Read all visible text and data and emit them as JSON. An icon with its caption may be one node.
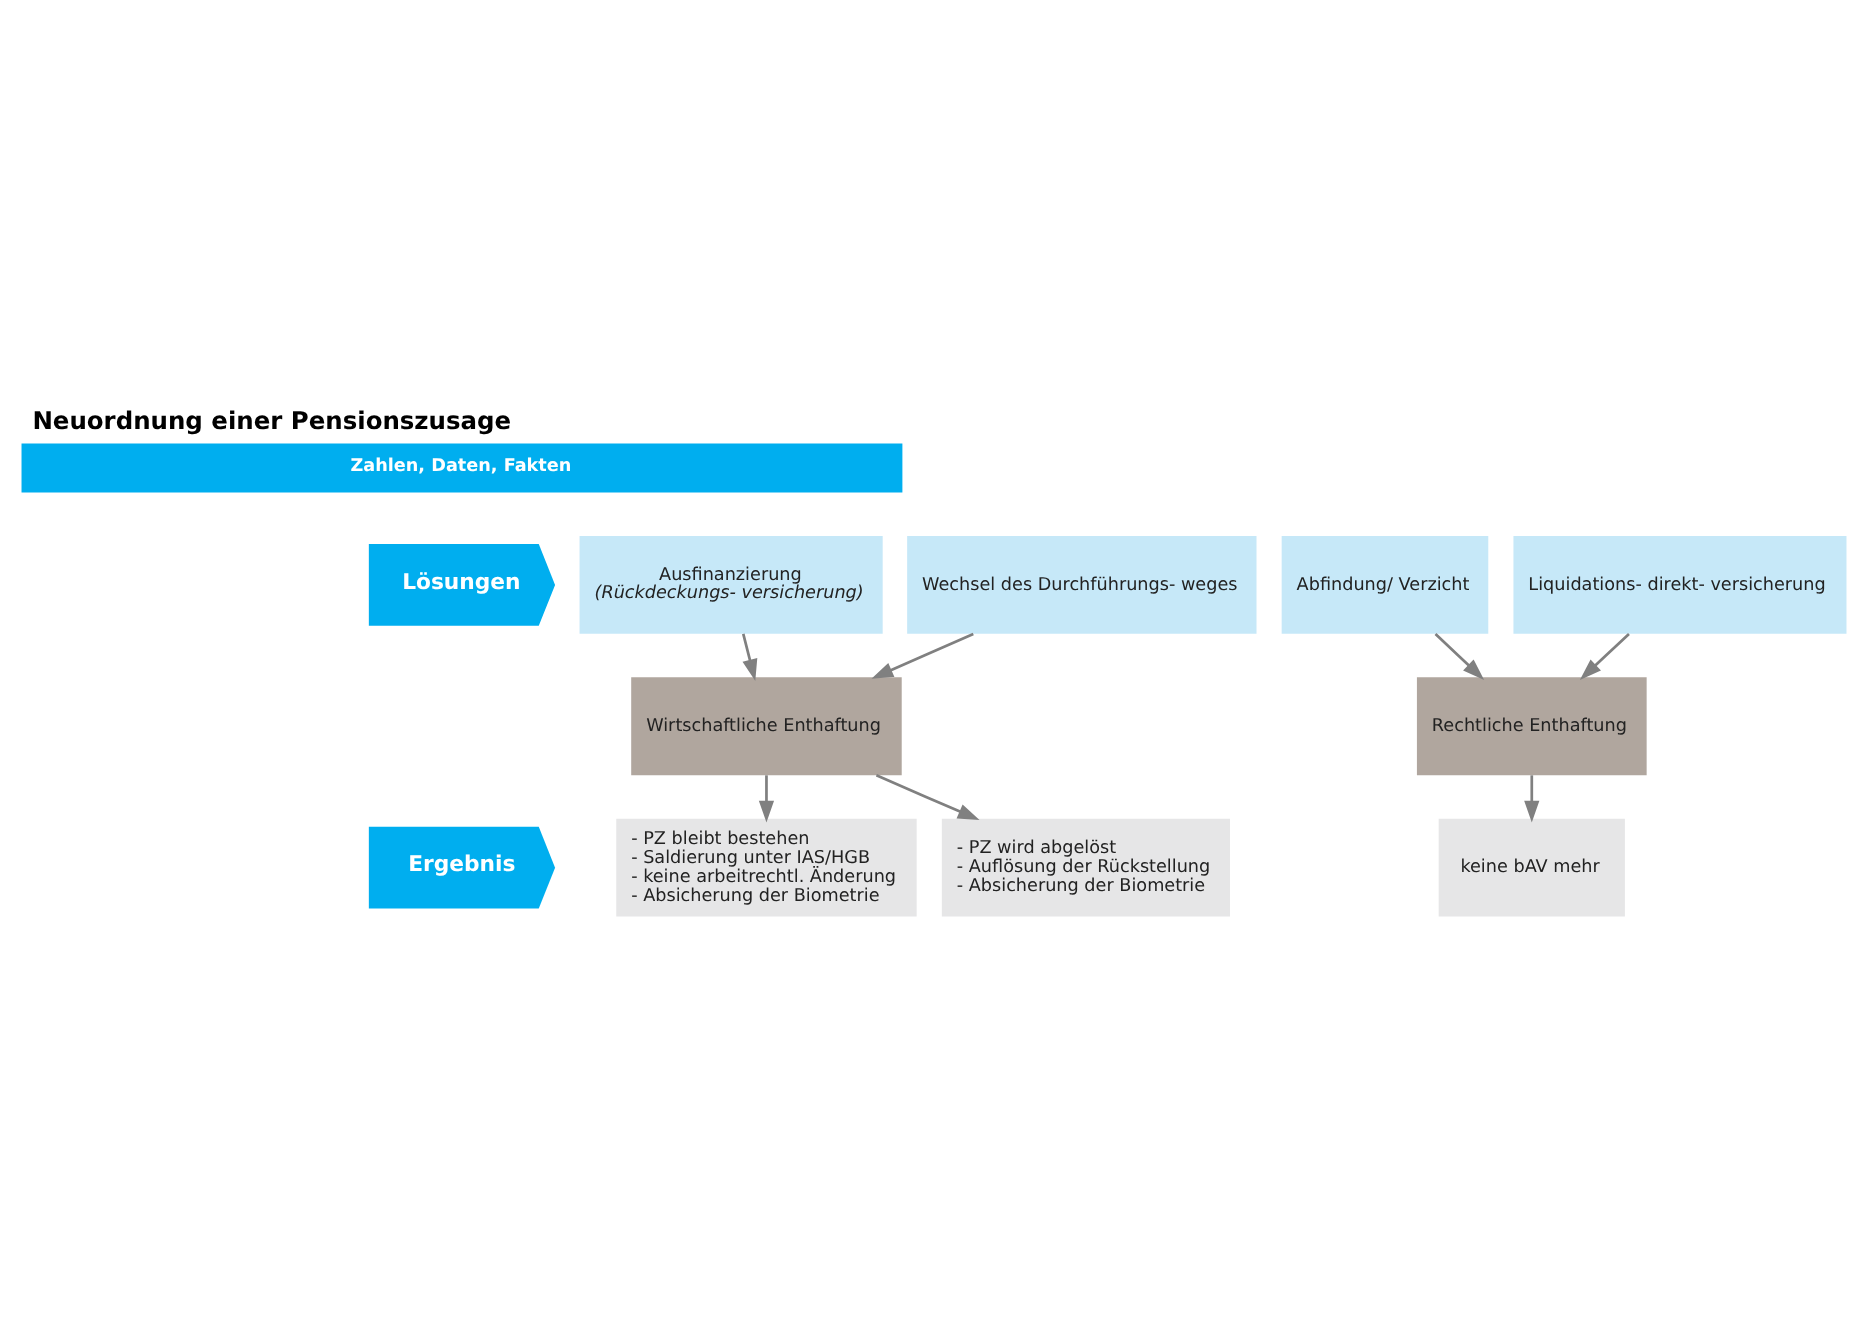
{
  "diagram": {
    "title": "Neuordnung einer Pensionszusage",
    "nodes": [
      {
        "text": [
          "Lösungen"
        ]
      },
      {
        "text": [
          "Ausfinanzierung",
          "(Rückdeckungs- versicherung)"
        ]
      },
      {
        "text": [
          "Wechsel des Durchführungs- weges"
        ]
      },
      {
        "text": [
          "Abfindung/ Verzicht"
        ]
      },
      {
        "text": [
          "Liquidations- direkt- versicherung"
        ]
      },
      {
        "text": [
          "Wirtschaftliche Enthaftung"
        ]
      },
      {
        "text": [
          "Rechtliche Enthaftung"
        ]
      },
      {
        "text": [
          "Ergebnis"
        ]
      },
      {
        "text": [
          "- PZ bleibt bestehen",
          "- Saldierung unter IAS/HGB",
          "- keine arbeitrechtl. Änderung",
          "- Absicherung der Biometrie"
        ]
      },
      {
        "text": [
          "- PZ wird abgelöst",
          "- Auflösung der Rückstellung",
          "- Absicherung der Biometrie"
        ]
      },
      {
        "text": [
          "keine bAV mehr"
        ]
      }
    ],
    "edges": [
      {
        "from": 1,
        "to": 5,
        "arrow": "to"
      },
      {
        "from": 2,
        "to": 5,
        "arrow": "to"
      },
      {
        "from": 3,
        "to": 6,
        "arrow": "to"
      },
      {
        "from": 4,
        "to": 6,
        "arrow": "to"
      },
      {
        "from": 5,
        "to": 8,
        "arrow": "to"
      },
      {
        "from": 5,
        "to": 9,
        "arrow": "to"
      },
      {
        "from": 6,
        "to": 10,
        "arrow": "to"
      }
    ],
    "labels": [
      "Zahlen, Daten, Fakten"
    ]
  }
}
